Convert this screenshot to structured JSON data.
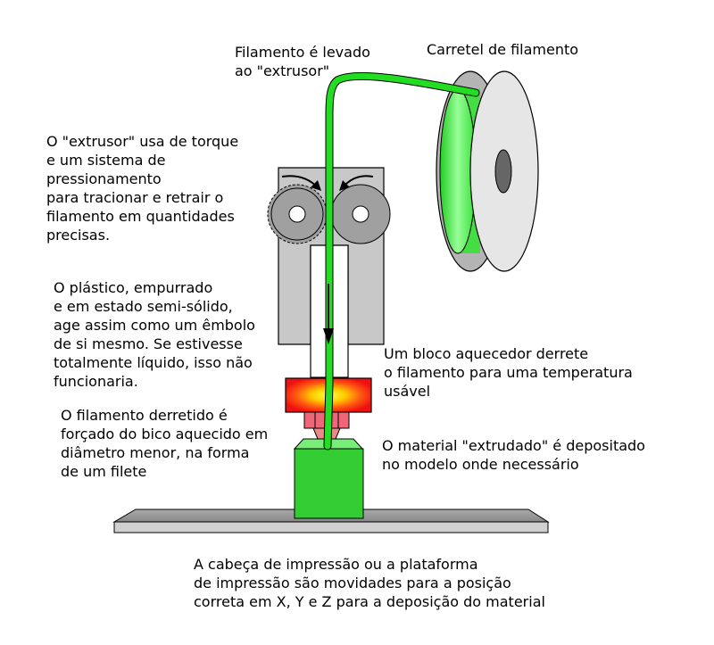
{
  "labels": {
    "filament_pulled": "Filamento é levado\nao \"extrusor\"",
    "spool": "Carretel de filamento",
    "extruder": "O \"extrusor\" usa de torque\ne um sistema de\npressionamento\npara tracionar e retrair o\nfilamento em quantidades\nprecisas.",
    "plastic": "O plástico, empurrado\ne em estado semi-sólido,\nage assim como um êmbolo\nde si mesmo. Se estivesse\ntotalmente líquido, isso não\nfuncionaria.",
    "heater_block": "Um bloco aquecedor derrete\no filamento para uma temperatura\nusável",
    "nozzle": "O filamento derretido é\nforçado do bico aquecido em\ndiâmetro menor, na forma\nde um filete",
    "deposited": "O material \"extrudado\" é depositado\nno modelo onde necessário",
    "platform": "A cabeça de impressão ou a plataforma\nde impressão são movidades para a posição\ncorreta em X, Y e Z para a deposição do material"
  },
  "colors": {
    "filament": "#22dd22",
    "body_gray": "#c8c8c8",
    "spool_gray": "#b8b8b8",
    "heater_red": "#ee2222",
    "heater_hot": "#ffee00",
    "nozzle_pink": "#ee6677",
    "print_green": "#33cc33",
    "platform_gray": "#999999"
  }
}
